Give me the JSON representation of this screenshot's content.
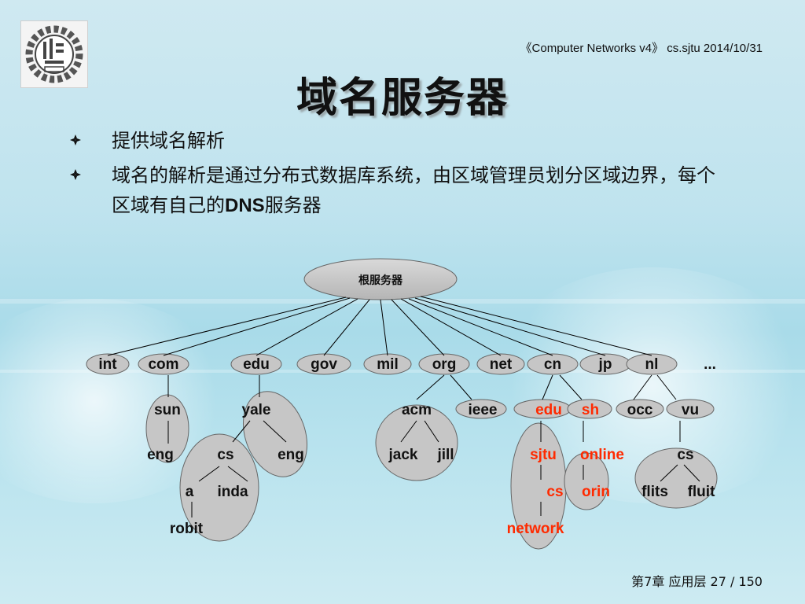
{
  "header": {
    "course": "《Computer Networks v4》 cs.sjtu  2014/10/31"
  },
  "title": "域名服务器",
  "bullets": [
    {
      "text": "提供域名解析"
    },
    {
      "text_before": "域名的解析是通过分布式数据库系统，由区域管理员划分区域边界，每个区域有自己的",
      "bold": "DNS",
      "text_after": "服务器"
    }
  ],
  "tree": {
    "root": "根服务器",
    "top_level": [
      "int",
      "com",
      "edu",
      "gov",
      "mil",
      "org",
      "net",
      "cn",
      "jp",
      "nl",
      "..."
    ],
    "level2": {
      "sun": "sun",
      "yale": "yale",
      "acm": "acm",
      "ieee": "ieee",
      "edu_cn": "edu",
      "sh": "sh",
      "occ": "occ",
      "vu": "vu"
    },
    "level3": {
      "eng1": "eng",
      "cs1": "cs",
      "eng2": "eng",
      "jack": "jack",
      "jill": "jill",
      "sjtu": "sjtu",
      "online": "online",
      "cs2": "cs"
    },
    "level4": {
      "a": "a",
      "inda": "inda",
      "cs3": "cs",
      "orin": "orin",
      "flits": "flits",
      "fluit": "fluit"
    },
    "level5": {
      "robit": "robit",
      "network": "network"
    },
    "colors": {
      "node_fill": "#c8c8c8",
      "highlight_text": "#ff2a00",
      "line": "#000000"
    }
  },
  "footer": "第7章 应用层 27 / 150"
}
